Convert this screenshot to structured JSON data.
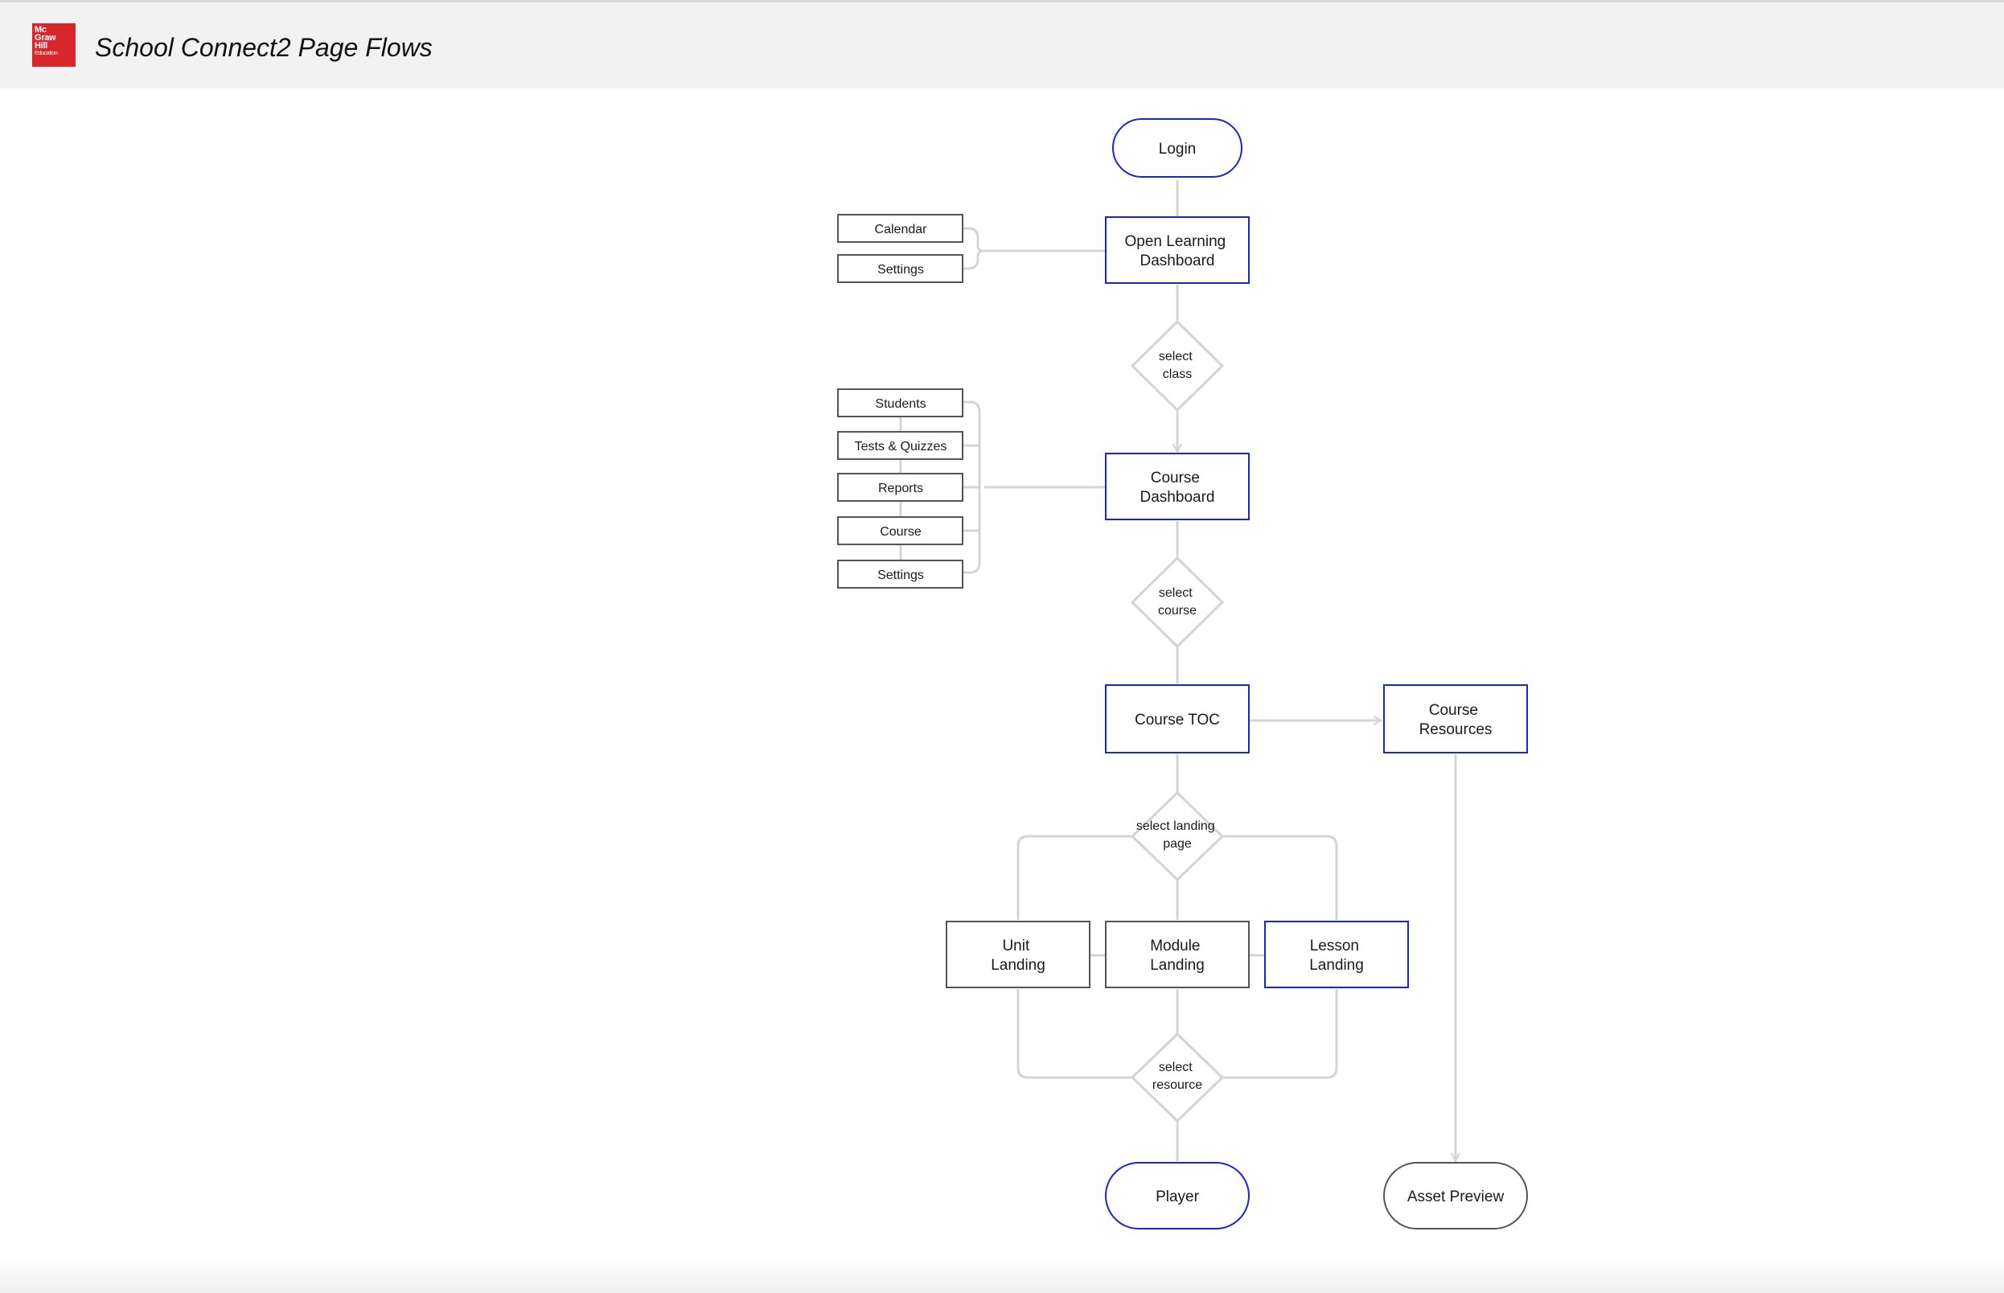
{
  "header": {
    "title": "School Connect2 Page Flows",
    "logo_lines": [
      "Mc",
      "Graw",
      "Hill",
      "Education"
    ]
  },
  "colors": {
    "primary_border": "#1a24d6",
    "secondary_border": "#555555",
    "connector": "#d4d4d4",
    "header_bg": "#f2f2f2",
    "logo_red": "#d9262a"
  },
  "flow": {
    "login": [
      "Login"
    ],
    "open_learning_dashboard": [
      "Open Learning",
      "Dashboard"
    ],
    "dashboard_menu": {
      "calendar": [
        "Calendar"
      ],
      "settings": [
        "Settings"
      ]
    },
    "select_class": [
      "select",
      "class"
    ],
    "course_dashboard": [
      "Course",
      "Dashboard"
    ],
    "course_menu": {
      "students": [
        "Students"
      ],
      "tests_quizzes": [
        "Tests & Quizzes"
      ],
      "reports": [
        "Reports"
      ],
      "course": [
        "Course"
      ],
      "settings": [
        "Settings"
      ]
    },
    "select_course": [
      "select",
      "course"
    ],
    "course_toc": [
      "Course TOC"
    ],
    "course_resources": [
      "Course",
      "Resources"
    ],
    "select_landing_page": [
      "select landing",
      "page"
    ],
    "unit_landing": [
      "Unit",
      "Landing"
    ],
    "module_landing": [
      "Module",
      "Landing"
    ],
    "lesson_landing": [
      "Lesson",
      "Landing"
    ],
    "select_resource": [
      "select",
      "resource"
    ],
    "player": [
      "Player"
    ],
    "asset_preview": [
      "Asset Preview"
    ]
  }
}
